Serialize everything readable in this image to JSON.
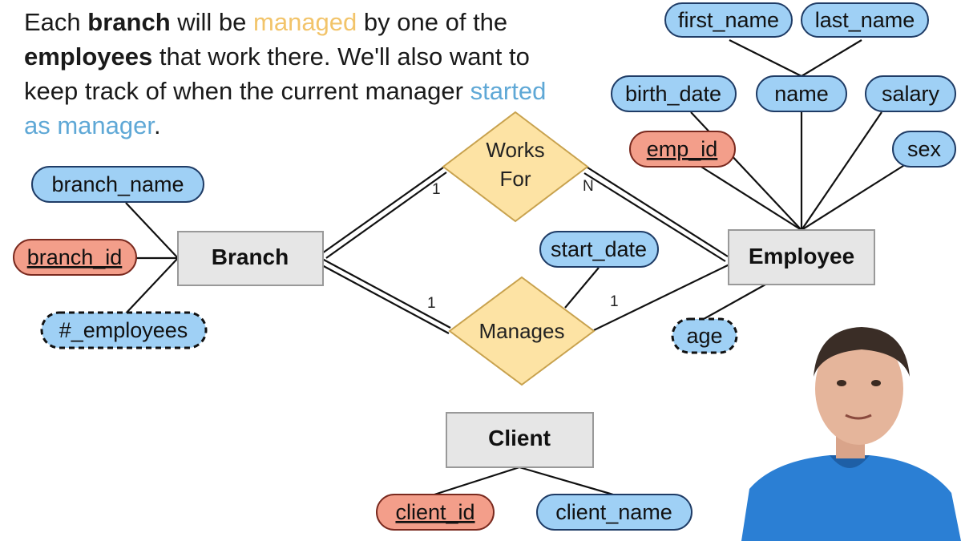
{
  "caption": {
    "part1": "Each ",
    "bold1": "branch",
    "part2": " will be ",
    "highlight1": "managed",
    "part3": " by one of the ",
    "bold2": "employees",
    "part4": " that work there. We'll also want to keep track of when the current manager ",
    "highlight2": "started as manager",
    "part5": "."
  },
  "entities": {
    "branch": "Branch",
    "employee": "Employee",
    "client": "Client"
  },
  "relationships": {
    "works_for_line1": "Works",
    "works_for_line2": "For",
    "manages": "Manages"
  },
  "cardinalities": {
    "works_for_branch": "1",
    "works_for_employee": "N",
    "manages_branch": "1",
    "manages_employee": "1"
  },
  "attributes": {
    "first_name": "first_name",
    "last_name": "last_name",
    "birth_date": "birth_date",
    "name": "name",
    "salary": "salary",
    "emp_id": "emp_id",
    "sex": "sex",
    "branch_name": "branch_name",
    "branch_id": "branch_id",
    "num_employees": "#_employees",
    "start_date": "start_date",
    "age": "age",
    "client_id": "client_id",
    "client_name": "client_name"
  },
  "colors": {
    "attribute_fill": "#9fd0f5",
    "key_attribute_fill": "#f39e8a",
    "entity_fill": "#e6e6e6",
    "relationship_fill": "#fde3a4",
    "highlight_managed": "#f2c46a",
    "highlight_started": "#5fa8d6",
    "presenter_shirt": "#2b7fd4"
  }
}
